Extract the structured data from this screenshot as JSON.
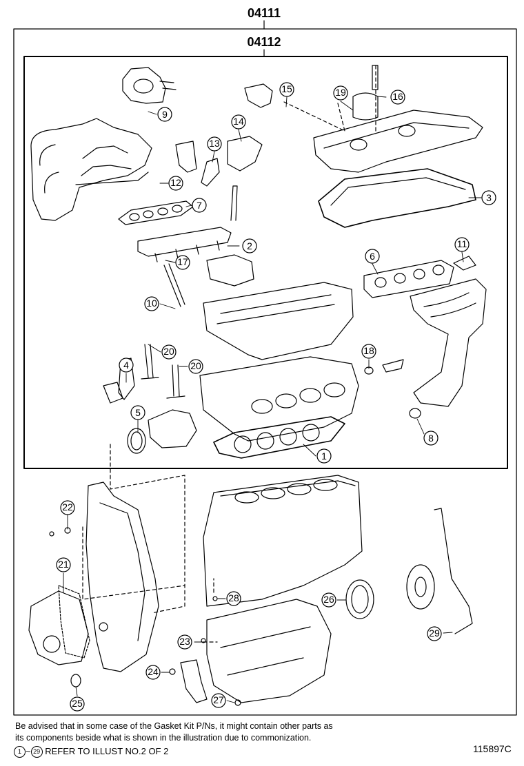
{
  "kit_codes": {
    "outer": "04111",
    "inner": "04112"
  },
  "callouts": [
    {
      "n": "1"
    },
    {
      "n": "2"
    },
    {
      "n": "3"
    },
    {
      "n": "4"
    },
    {
      "n": "5"
    },
    {
      "n": "6"
    },
    {
      "n": "7"
    },
    {
      "n": "8"
    },
    {
      "n": "9"
    },
    {
      "n": "10"
    },
    {
      "n": "11"
    },
    {
      "n": "12"
    },
    {
      "n": "13"
    },
    {
      "n": "14"
    },
    {
      "n": "15"
    },
    {
      "n": "16"
    },
    {
      "n": "17"
    },
    {
      "n": "18"
    },
    {
      "n": "19"
    },
    {
      "n": "20"
    },
    {
      "n": "20"
    },
    {
      "n": "21"
    },
    {
      "n": "22"
    },
    {
      "n": "23"
    },
    {
      "n": "24"
    },
    {
      "n": "25"
    },
    {
      "n": "26"
    },
    {
      "n": "27"
    },
    {
      "n": "28"
    },
    {
      "n": "29"
    }
  ],
  "notes": {
    "line1": "Be advised that in some case of the Gasket Kit P/Ns,  it might contain other parts as",
    "line2": "its components beside what is shown in the illustration due to commonization.",
    "ref_from": "1",
    "ref_sep": "~",
    "ref_to": "29",
    "ref_text": "REFER TO ILLUST NO.2 OF 2"
  },
  "illustration_id": "115897C"
}
